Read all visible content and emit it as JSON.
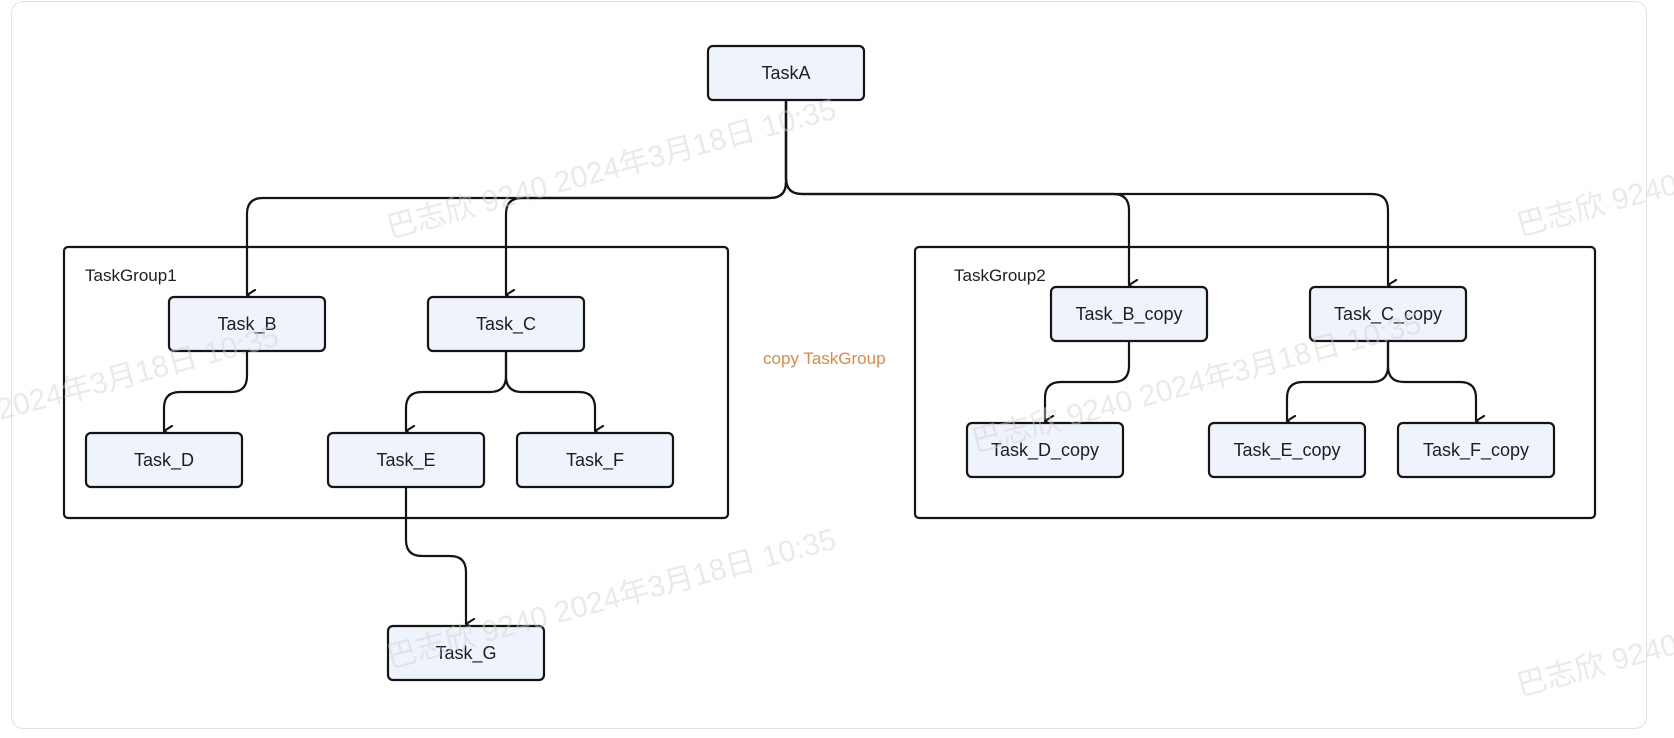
{
  "colors": {
    "node_fill": "#eff3fb",
    "stroke": "#141414",
    "annotation": "#d98a4a",
    "watermark": "#d0d0d0"
  },
  "diagram": {
    "root": "TaskA",
    "groups": [
      {
        "id": "g1",
        "label": "TaskGroup1"
      },
      {
        "id": "g2",
        "label": "TaskGroup2"
      }
    ],
    "nodes": [
      {
        "id": "A",
        "label": "TaskA"
      },
      {
        "id": "B",
        "label": "Task_B"
      },
      {
        "id": "C",
        "label": "Task_C"
      },
      {
        "id": "D",
        "label": "Task_D"
      },
      {
        "id": "E",
        "label": "Task_E"
      },
      {
        "id": "F",
        "label": "Task_F"
      },
      {
        "id": "G",
        "label": "Task_G"
      },
      {
        "id": "B2",
        "label": "Task_B_copy"
      },
      {
        "id": "C2",
        "label": "Task_C_copy"
      },
      {
        "id": "D2",
        "label": "Task_D_copy"
      },
      {
        "id": "E2",
        "label": "Task_E_copy"
      },
      {
        "id": "F2",
        "label": "Task_F_copy"
      }
    ],
    "edges": [
      [
        "A",
        "B"
      ],
      [
        "A",
        "C"
      ],
      [
        "A",
        "B2"
      ],
      [
        "A",
        "C2"
      ],
      [
        "B",
        "D"
      ],
      [
        "C",
        "E"
      ],
      [
        "C",
        "F"
      ],
      [
        "E",
        "G"
      ],
      [
        "B2",
        "D2"
      ],
      [
        "C2",
        "E2"
      ],
      [
        "C2",
        "F2"
      ]
    ],
    "annotation": "copy TaskGroup"
  },
  "watermarks": [
    "巴志欣 9240 2024年3月18日 10:35",
    "2024年3月18日 10:35",
    "巴志欣 9240 2024年3月18日 10:35",
    "巴志欣 9240 2024年3月18日 10:35",
    "巴志欣 9240",
    "巴志欣 9240"
  ]
}
